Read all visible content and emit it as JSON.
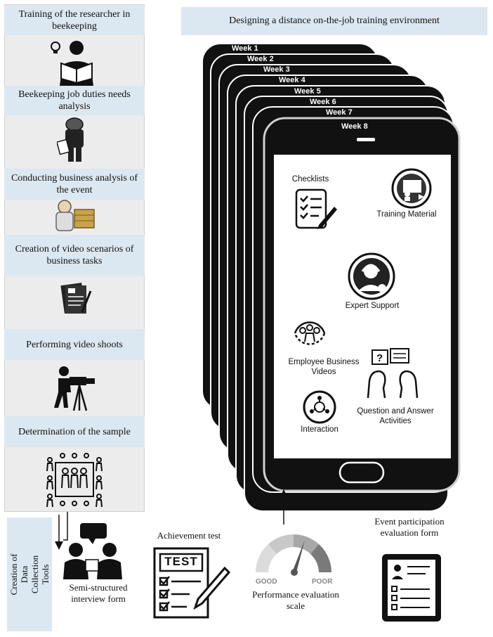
{
  "header": {
    "title": "Designing a distance on-the-job training environment"
  },
  "left_steps": [
    {
      "label": "Training of the researcher in beekeeping"
    },
    {
      "label": "Beekeeping job duties needs analysis"
    },
    {
      "label": "Conducting business analysis of the event"
    },
    {
      "label": "Creation of video scenarios of business tasks"
    },
    {
      "label": "Performing video shoots"
    },
    {
      "label": "Determination of the sample"
    }
  ],
  "weeks": [
    "Week 1",
    "Week 2",
    "Week 3",
    "Week 4",
    "Week 5",
    "Week 6",
    "Week 7",
    "Week 8"
  ],
  "screen_features": {
    "checklists": "Checklists",
    "training_material": "Training Material",
    "expert_support": "Expert Support",
    "employee_videos": "Employee Business Videos",
    "interaction": "Interaction",
    "qa_activities": "Question and Answer Activities"
  },
  "data_tools": {
    "section_label": "Creation of Data Collection Tools",
    "interview": "Semi-structured interview form",
    "achievement": "Achievement test",
    "test_word": "TEST",
    "performance": "Performance evaluation scale",
    "gauge_good": "GOOD",
    "gauge_poor": "POOR",
    "participation": "Event participation evaluation form"
  }
}
